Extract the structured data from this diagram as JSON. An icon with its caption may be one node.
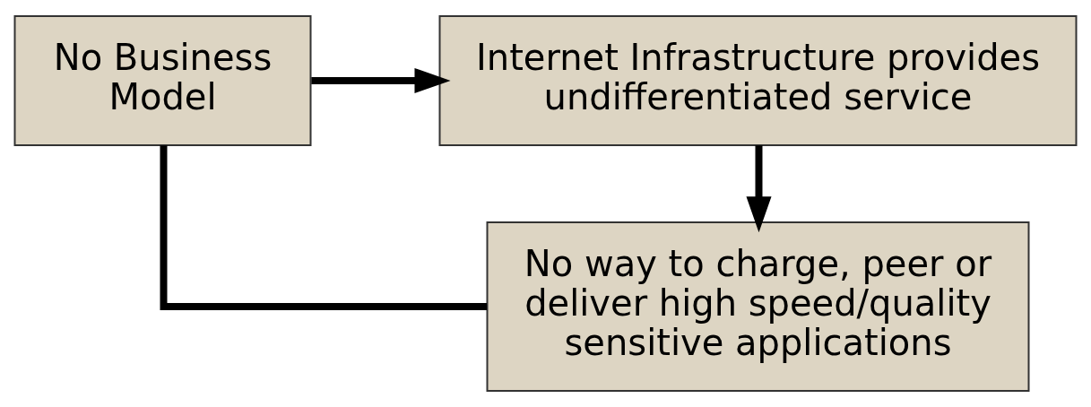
{
  "diagram": {
    "nodes": [
      {
        "text": [
          "No Business Model"
        ]
      },
      {
        "text": [
          "Internet Infrastructure provides undifferentiated service"
        ]
      },
      {
        "text": [
          "No way to charge, peer or deliver high speed/quality sensitive applications"
        ]
      }
    ],
    "edges": [
      {
        "from": 0,
        "to": 1,
        "arrow": "to"
      },
      {
        "from": 1,
        "to": 2,
        "arrow": "to"
      },
      {
        "from": 2,
        "to": 0,
        "arrow": "none"
      }
    ]
  }
}
